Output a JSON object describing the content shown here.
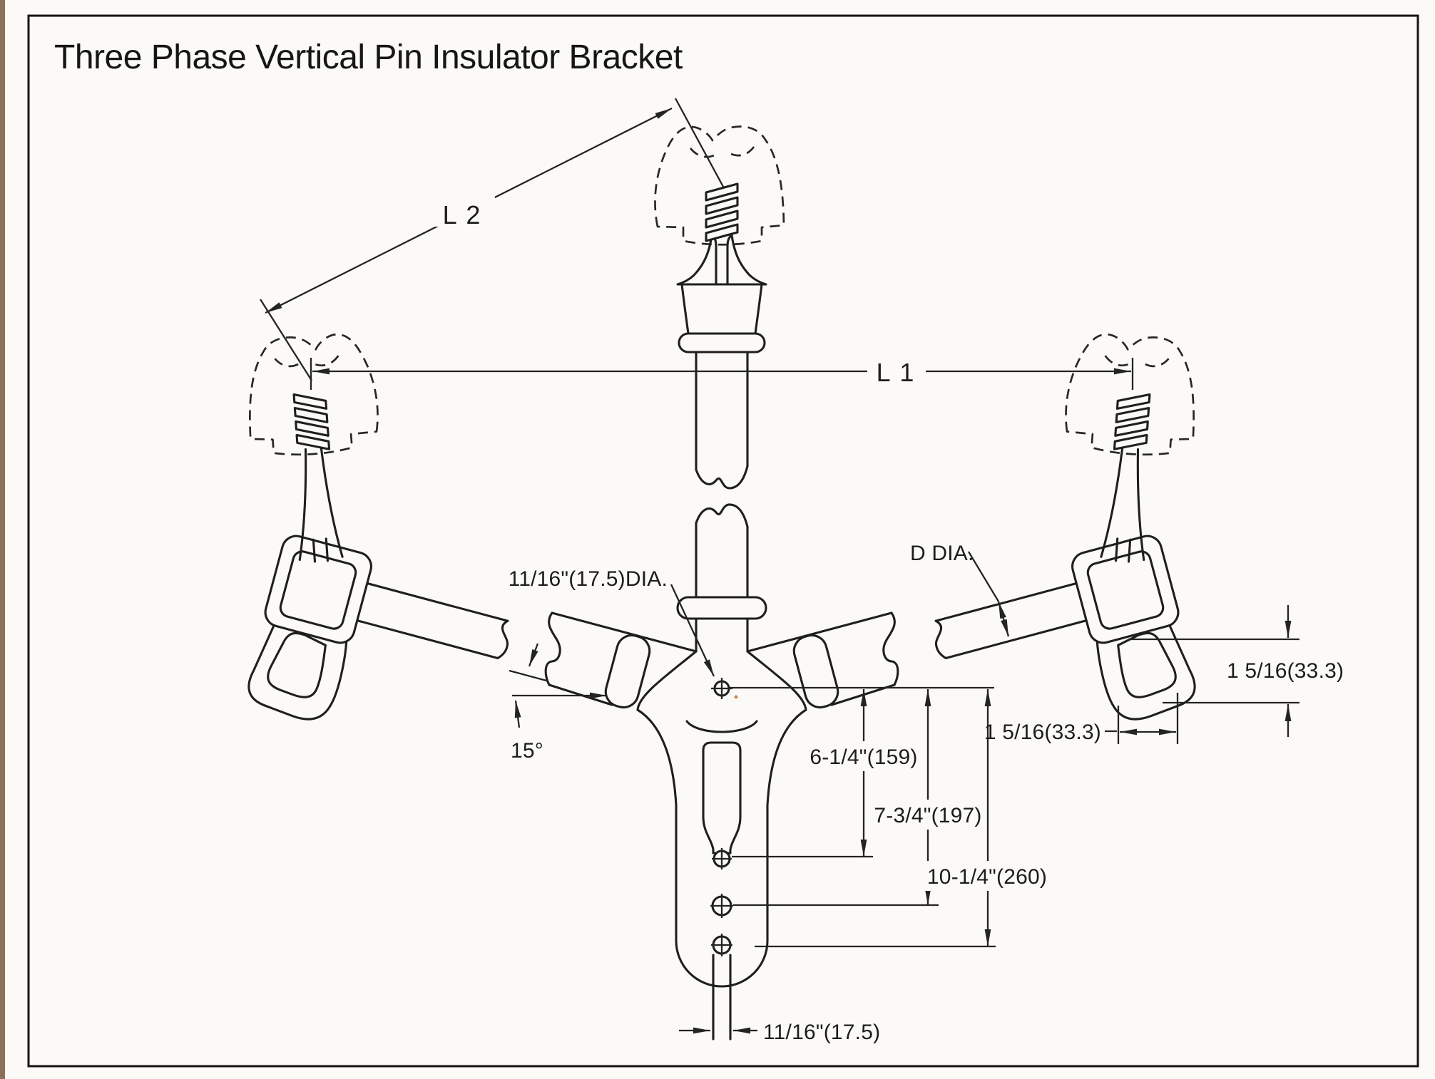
{
  "page": {
    "title": "Three Phase Vertical Pin Insulator Bracket"
  },
  "dims": {
    "l2": "L 2",
    "l1": "L 1",
    "pin_hole_dia": "11/16\"(17.5)DIA.",
    "arm_dia": "D DIA.",
    "arm_angle": "15°",
    "hole1_offset": "6-1/4\"(159)",
    "hole2_offset": "7-3/4\"(197)",
    "hole3_offset": "10-1/4\"(260)",
    "clamp_height": "1 5/16(33.3)",
    "clamp_width": "1 5/16(33.3)",
    "slot_width": "11/16\"(17.5)"
  }
}
